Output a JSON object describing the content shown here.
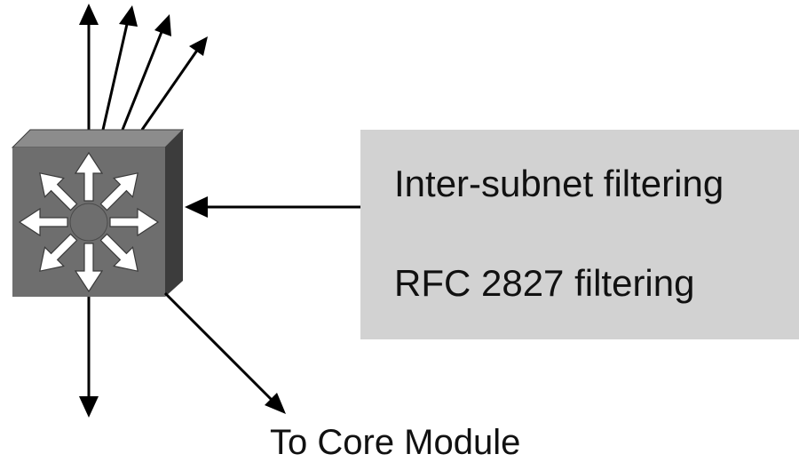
{
  "colors": {
    "switch_front": "#6e6e6e",
    "switch_top": "#8c8c8c",
    "switch_side": "#3c3c3c",
    "callout_box": "#d2d2d2",
    "arrows": "#000000",
    "switch_glyph": "#ffffff"
  },
  "icons": {
    "switch": "multilayer-switch-icon"
  },
  "callout": {
    "line1": "Inter-subnet filtering",
    "line2": "RFC 2827 filtering"
  },
  "core_label": "To Core Module"
}
